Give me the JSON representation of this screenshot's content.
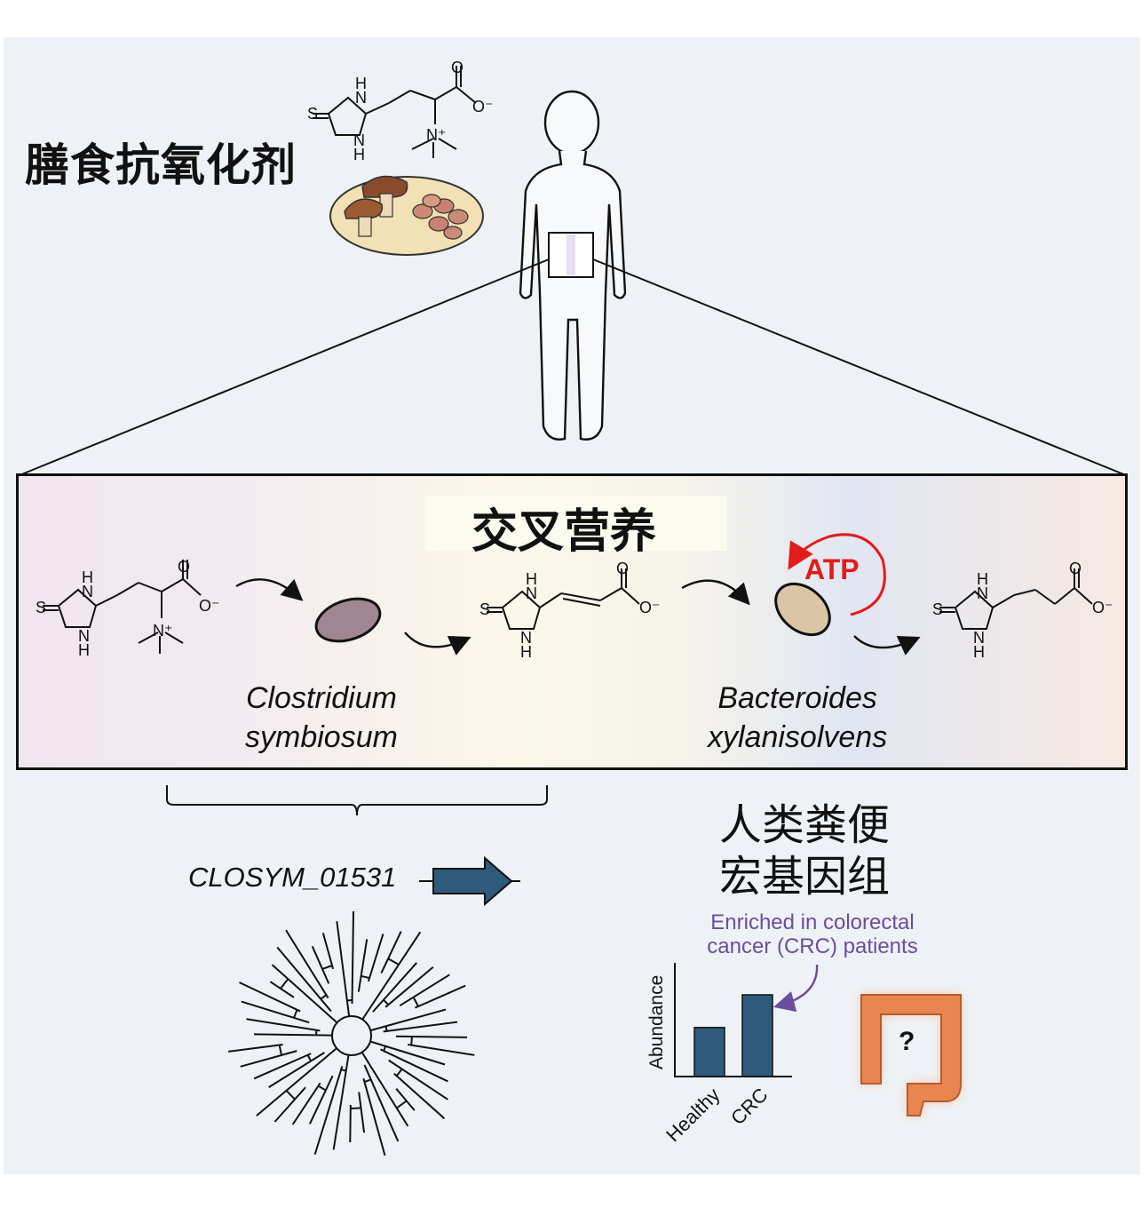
{
  "header": {
    "title": "膳食抗氧化剂"
  },
  "crossfeeding": {
    "title": "交叉营养",
    "species1_line1": "Clostridium",
    "species1_line2": "symbiosum",
    "species2_line1": "Bacteroides",
    "species2_line2": "xylanisolvens",
    "atp_label": "ATP"
  },
  "gene": {
    "label": "CLOSYM_01531"
  },
  "metagenome": {
    "title_line1": "人类粪便",
    "title_line2": "宏基因组",
    "note_line1": "Enriched in colorectal",
    "note_line2": "cancer (CRC) patients",
    "colon_mark": "?"
  },
  "colors": {
    "bar": "#2e5b7b",
    "atp": "#e21c1c",
    "note": "#6b4d9e",
    "colon": "#e98650"
  },
  "chart_data": {
    "type": "bar",
    "categories": [
      "Healthy",
      "CRC"
    ],
    "values": [
      0.6,
      1.0
    ],
    "ylabel": "Abundance",
    "xlabel": ""
  },
  "chem": {
    "S": "S",
    "H": "H",
    "N": "N",
    "O": "O",
    "O_minus": "O⁻",
    "N_plus": "N⁺"
  }
}
